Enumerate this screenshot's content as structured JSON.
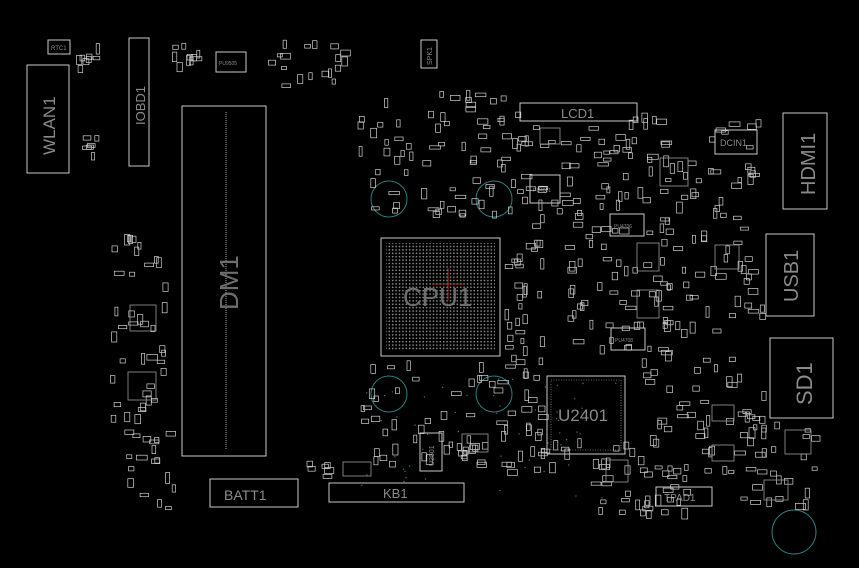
{
  "labels": {
    "wlan": "WLAN1",
    "iobd": "IOBD1",
    "dm": "DM1",
    "cpu": "CPU1",
    "lcd": "LCD1",
    "dcin": "DCIN1",
    "hdmi": "HDMI1",
    "usb": "USB1",
    "sd": "SD1",
    "u2401": "U2401",
    "batt": "BATT1",
    "kb": "KB1",
    "tpad": "TPAD1",
    "spk": "SPK1",
    "rtc": "RTC1",
    "u2501": "U2501",
    "pu9505": "PU9505",
    "pu4601": "PU4601",
    "pu4706": "PU4706",
    "pu4708": "PU4708"
  },
  "colors": {
    "background": "#000000",
    "silkscreen": "#c9c9c9",
    "label": "#8a8a8a",
    "mounting_hole": "#2e7d7d",
    "cpu_mark": "#c0392b"
  }
}
